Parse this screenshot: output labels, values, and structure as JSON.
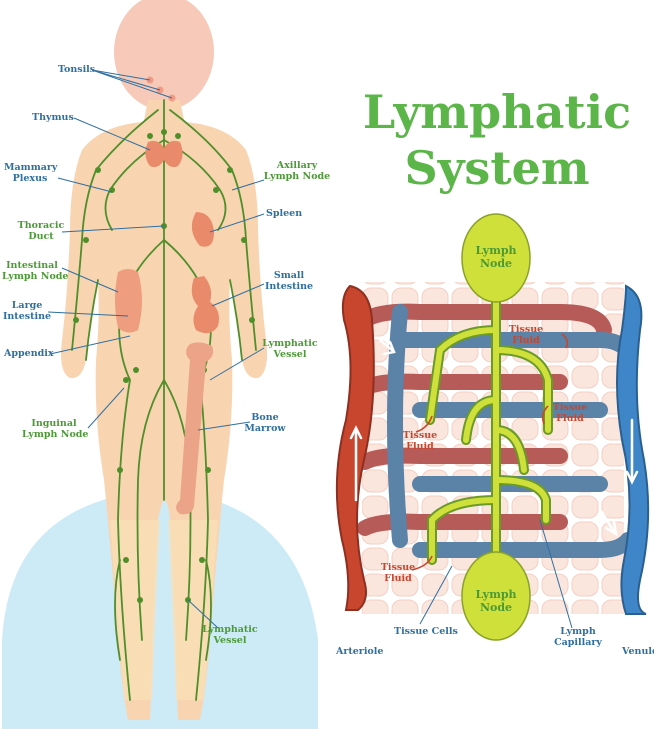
{
  "title": {
    "line1": "Lymphatic",
    "line2": "System"
  },
  "body_labels": {
    "tonsils": "Tonsils",
    "thymus": "Thymus",
    "mammary_plexus": "Mammary\nPlexus",
    "thoracic_duct": "Thoracic\nDuct",
    "intestinal_lymph_node": "Intestinal\nLymph Node",
    "large_intestine": "Large\nIntestine",
    "appendix": "Appendix",
    "inguinal_lymph_node": "Inguinal\nLymph Node",
    "axillary_lymph_node": "Axillary\nLymph Node",
    "spleen": "Spleen",
    "small_intestine": "Small\nIntestine",
    "lymphatic_vessel_upper": "Lymphatic\nVessel",
    "bone_marrow": "Bone\nMarrow",
    "lymphatic_vessel_lower": "Lymphatic\nVessel"
  },
  "diagram_labels": {
    "lymph_node_top": "Lymph\nNode",
    "lymph_node_bottom": "Lymph\nNode",
    "tissue_fluid_1": "Tissue\nFluid",
    "tissue_fluid_2": "Tissue\nFluid",
    "tissue_fluid_3": "Tissue\nFluid",
    "tissue_fluid_4": "Tissue\nFluid",
    "arteriole": "Arteriole",
    "tissue_cells": "Tissue Cells",
    "lymph_capillary": "Lymph\nCapillary",
    "venule": "Venule"
  },
  "colors": {
    "title_green": "#5bb548",
    "body_skin": "#f8d5b0",
    "head_skin": "#f6c9b8",
    "vessel_green": "#4f8f2a",
    "node_yellow": "#cfe03a",
    "arteriole_red": "#c8452e",
    "venule_blue": "#3f86c8",
    "tissue_pink": "#f8dcd3"
  }
}
